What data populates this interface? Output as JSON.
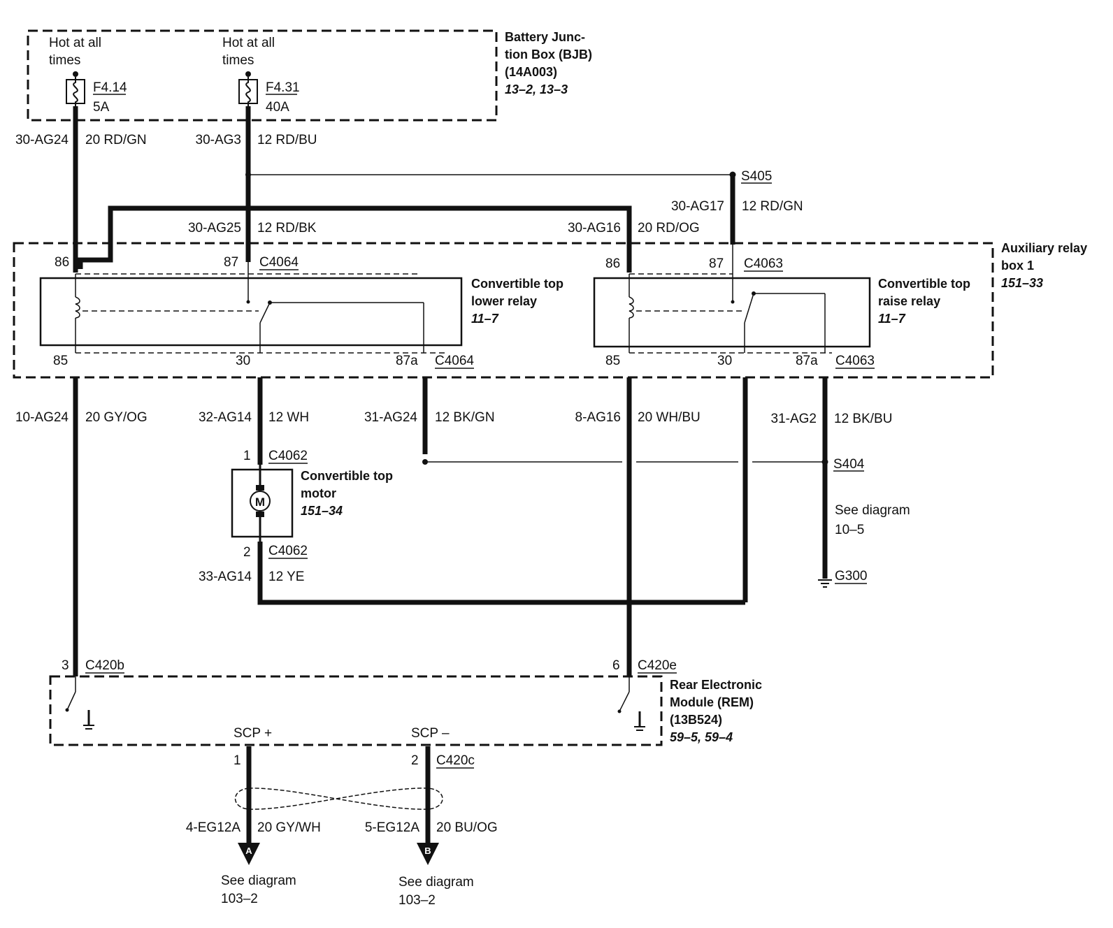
{
  "bjb": {
    "lines": [
      "Battery Junc-",
      "tion Box (BJB)",
      "(14A003)"
    ],
    "ref": "13–2, 13–3",
    "hot1": [
      "Hot at all",
      "times"
    ],
    "hot2": [
      "Hot at all",
      "times"
    ],
    "fuse1": {
      "id": "F4.14",
      "rating": "5A"
    },
    "fuse2": {
      "id": "F4.31",
      "rating": "40A"
    }
  },
  "wires": {
    "w1": {
      "circuit": "30-AG24",
      "gauge": "20 RD/GN"
    },
    "w2": {
      "circuit": "30-AG3",
      "gauge": "12 RD/BU"
    },
    "w3": {
      "circuit": "30-AG17",
      "gauge": "12 RD/GN"
    },
    "w4": {
      "circuit": "30-AG25",
      "gauge": "12 RD/BK"
    },
    "w5": {
      "circuit": "30-AG16",
      "gauge": "20 RD/OG"
    },
    "w6": {
      "circuit": "10-AG24",
      "gauge": "20 GY/OG"
    },
    "w7": {
      "circuit": "32-AG14",
      "gauge": "12 WH"
    },
    "w8": {
      "circuit": "31-AG24",
      "gauge": "12 BK/GN"
    },
    "w9": {
      "circuit": "8-AG16",
      "gauge": "20 WH/BU"
    },
    "w10": {
      "circuit": "31-AG2",
      "gauge": "12 BK/BU"
    },
    "w11": {
      "circuit": "33-AG14",
      "gauge": "12 YE"
    },
    "w12": {
      "circuit": "4-EG12A",
      "gauge": "20 GY/WH"
    },
    "w13": {
      "circuit": "5-EG12A",
      "gauge": "20 BU/OG"
    }
  },
  "splices": {
    "s405": "S405",
    "s404": "S404"
  },
  "aux_box": {
    "lines": [
      "Auxiliary relay",
      "box 1"
    ],
    "ref": "151–33"
  },
  "lower_relay": {
    "lines": [
      "Convertible top",
      "lower relay"
    ],
    "ref": "11–7",
    "connector": "C4064"
  },
  "raise_relay": {
    "lines": [
      "Convertible top",
      "raise relay"
    ],
    "ref": "11–7",
    "connector": "C4063"
  },
  "pins": {
    "p86": "86",
    "p87": "87",
    "p85": "85",
    "p30": "30",
    "p87a": "87a",
    "p1": "1",
    "p2": "2",
    "p3": "3",
    "p6": "6"
  },
  "motor": {
    "lines": [
      "Convertible top",
      "motor"
    ],
    "ref": "151–34",
    "connector": "C4062",
    "symbol": "M"
  },
  "ground_note": {
    "lines": [
      "See diagram",
      "10–5"
    ],
    "ground": "G300"
  },
  "rem": {
    "lines": [
      "Rear Electronic",
      "Module (REM)",
      "(13B524)"
    ],
    "ref": "59–5, 59–4",
    "conn_b": "C420b",
    "conn_e": "C420e",
    "conn_c": "C420c",
    "scp_plus": "SCP +",
    "scp_minus": "SCP –"
  },
  "outputs": {
    "a": {
      "letter": "A",
      "lines": [
        "See diagram",
        "103–2"
      ]
    },
    "b": {
      "letter": "B",
      "lines": [
        "See diagram",
        "103–2"
      ]
    }
  }
}
